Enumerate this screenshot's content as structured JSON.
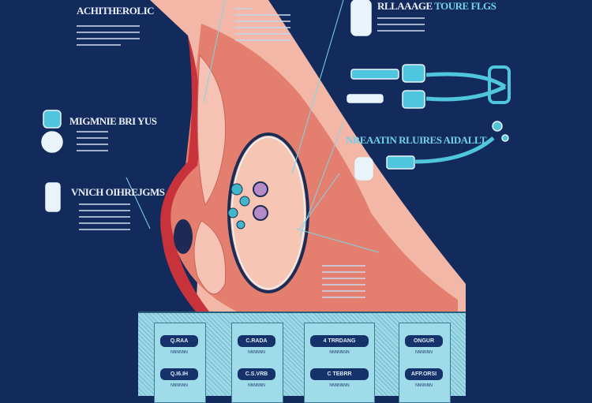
{
  "headings": {
    "top_left": "ACHITHEROLIC",
    "top_right_dark": "RLLAAAGE",
    "top_right_cyan": "TOURE FLGS",
    "mid_left": "MIGMNIE BRI YUS",
    "lower_left": "VNICH OIHREJGMS",
    "mid_right": "NREAATIN RLUIRES AIDALLT"
  },
  "panel": {
    "columns": [
      {
        "buttons": [
          "Q.RAA",
          "Q.I6.IH"
        ],
        "captions": [
          "NNNNNN",
          "NNNNNN"
        ]
      },
      {
        "buttons": [
          "C.RADA",
          "C.S.VRB"
        ],
        "captions": [
          "NNNNNN",
          "NNNNNN"
        ]
      },
      {
        "buttons": [
          "4 TRRDANG",
          "C TEBRR"
        ],
        "captions": [
          "NNNNNNN",
          "NNNNNNN"
        ]
      },
      {
        "buttons": [
          "ONGUR",
          "AFP.ORSI"
        ],
        "captions": [
          "NNNNNN",
          "NNNNNN"
        ]
      }
    ]
  },
  "colors": {
    "background": "#132a5c",
    "tissue": "#f2b7a6",
    "muscle": "#d9584f",
    "accent": "#4fc6dd"
  }
}
